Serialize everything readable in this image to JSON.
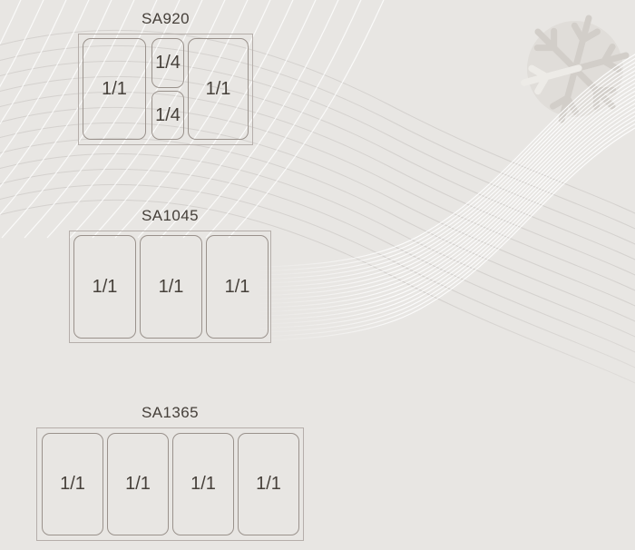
{
  "diagrams": [
    {
      "model": "SA920",
      "pans": [
        {
          "label": "1/1"
        },
        {
          "label": "1/4"
        },
        {
          "label": "1/4"
        },
        {
          "label": "1/1"
        }
      ]
    },
    {
      "model": "SA1045",
      "pans": [
        {
          "label": "1/1"
        },
        {
          "label": "1/1"
        },
        {
          "label": "1/1"
        }
      ]
    },
    {
      "model": "SA1365",
      "pans": [
        {
          "label": "1/1"
        },
        {
          "label": "1/1"
        },
        {
          "label": "1/1"
        },
        {
          "label": "1/1"
        }
      ]
    }
  ],
  "watermark": {
    "icon": "snowflake-icon"
  },
  "colors": {
    "background": "#e8e6e3",
    "tray_border": "#b5aeaa",
    "pan_border": "#9a928c",
    "text": "#46403a",
    "wave_white": "#ffffff",
    "wave_gray": "#d4d1ce",
    "watermark_circle": "#e0ddd9",
    "watermark_flake": "#d2cec9",
    "watermark_flake_light": "#edebe7"
  }
}
